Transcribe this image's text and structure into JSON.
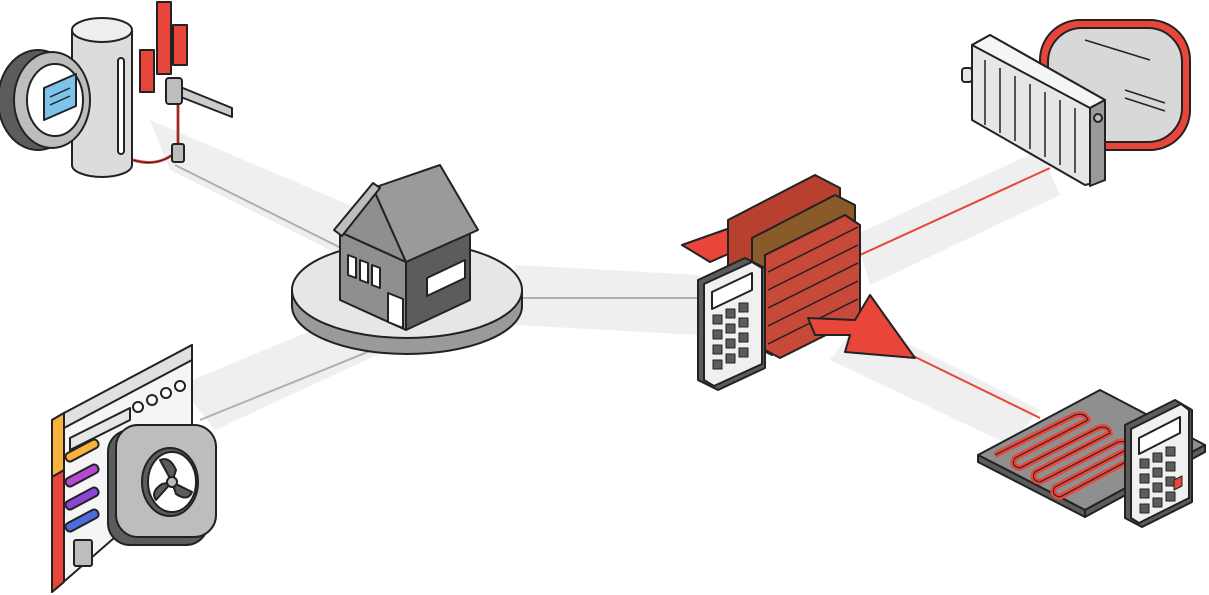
{
  "diagram": {
    "hub": {
      "icon": "house-on-platform-icon"
    },
    "spokes": [
      {
        "id": "hot-water",
        "icon": "hot-water-cylinder-with-gauge-icon"
      },
      {
        "id": "heat-pump",
        "icon": "heat-pump-with-control-panel-icon"
      },
      {
        "id": "insulation",
        "icon": "wall-insulation-with-calculator-icon"
      },
      {
        "id": "radiators",
        "icon": "radiator-icon"
      },
      {
        "id": "underfloor",
        "icon": "underfloor-heating-with-calculator-icon"
      }
    ],
    "colors": {
      "accent": "#e8463a",
      "outline": "#222222",
      "light_gray": "#e6e6e6",
      "mid_gray": "#9a9a9a",
      "dark_gray": "#5c5c5c",
      "track": "#efefef",
      "brick": "#b7402f",
      "timber": "#8a5a2b"
    }
  }
}
